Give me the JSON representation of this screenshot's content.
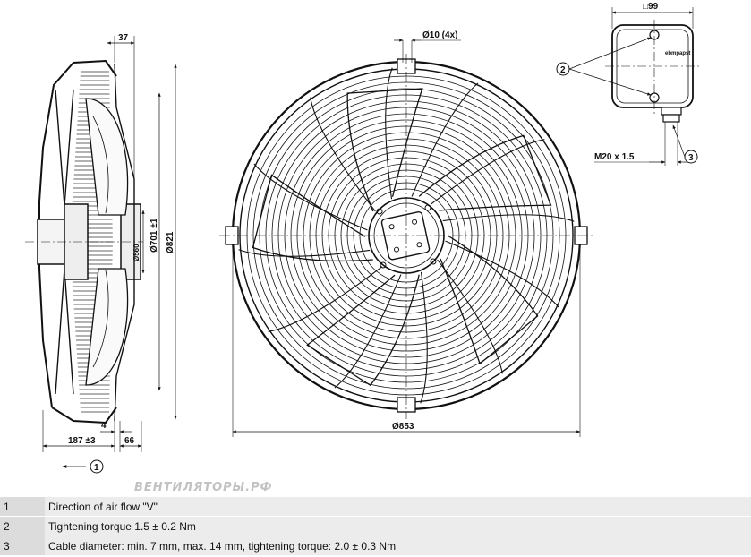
{
  "drawing": {
    "side_view": {
      "dim_top": "37",
      "dim_inner_dia": "Ø560",
      "dim_mid_dia": "Ø701 ±1",
      "dim_outer_dia": "Ø821",
      "dim_small": "4",
      "dim_depth": "187 ±3",
      "dim_rear": "66",
      "airflow_marker": "1"
    },
    "front_view": {
      "dim_holes": "Ø10 (4x)",
      "dim_overall": "Ø853"
    },
    "terminal_box": {
      "dim_width": "□99",
      "marker_2": "2",
      "brand_text": "ebmpapst",
      "thread_label": "M20 x 1.5",
      "marker_3": "3"
    }
  },
  "watermark": "ВЕНТИЛЯТОРЫ.РФ",
  "legend": [
    {
      "num": "1",
      "text": "Direction of air flow \"V\""
    },
    {
      "num": "2",
      "text": "Tightening torque 1.5 ± 0.2 Nm"
    },
    {
      "num": "3",
      "text": "Cable diameter: min. 7 mm, max. 14 mm, tightening torque: 2.0 ± 0.3 Nm"
    }
  ]
}
